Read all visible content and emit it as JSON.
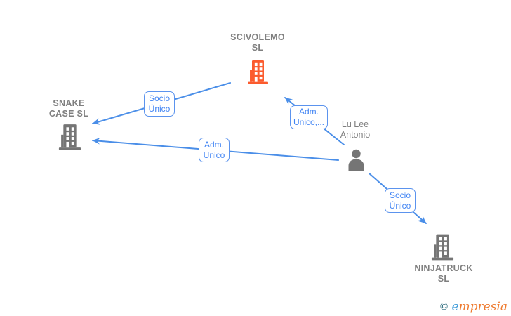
{
  "colors": {
    "edge_blue": "#4a8ee8",
    "chip_border_blue": "#5b93ee",
    "chip_text_blue": "#4285f4",
    "company_orange": "#fb5b2e",
    "neutral_gray": "#757575",
    "label_gray": "#7f7f7f"
  },
  "nodes": {
    "scivolemo": {
      "type": "company",
      "name_line1": "SCIVOLEMO",
      "name_line2": "SL",
      "icon": "building-icon",
      "icon_color": "#fb5b2e"
    },
    "snake_case": {
      "type": "company",
      "name_line1": "SNAKE",
      "name_line2": "CASE SL",
      "icon": "building-icon",
      "icon_color": "#757575"
    },
    "lu_lee_antonio": {
      "type": "person",
      "name_line1": "Lu Lee",
      "name_line2": "Antonio",
      "icon": "person-icon",
      "icon_color": "#757575"
    },
    "ninjatruck": {
      "type": "company",
      "name_line1": "NINJATRUCK",
      "name_line2": "SL",
      "icon": "building-icon",
      "icon_color": "#757575"
    }
  },
  "edges": [
    {
      "from": "SCIVOLEMO SL",
      "to": "SNAKE CASE SL",
      "label_line1": "Socio",
      "label_line2": "Único"
    },
    {
      "from": "Lu Lee Antonio",
      "to": "SCIVOLEMO SL",
      "label_line1": "Adm.",
      "label_line2": "Unico,..."
    },
    {
      "from": "Lu Lee Antonio",
      "to": "SNAKE CASE SL",
      "label_line1": "Adm.",
      "label_line2": "Unico"
    },
    {
      "from": "Lu Lee Antonio",
      "to": "NINJATRUCK SL",
      "label_line1": "Socio",
      "label_line2": "Único"
    }
  ],
  "footer": {
    "copyright_symbol": "©",
    "brand_initial": "e",
    "brand_rest": "mpresia"
  }
}
